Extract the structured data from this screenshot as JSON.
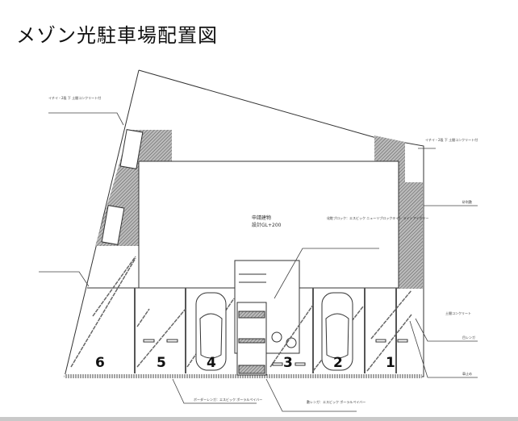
{
  "title": "メゾン光駐車場配置図",
  "building": {
    "label": "申請建物",
    "gl": "設計GL+200"
  },
  "parking_spaces": [
    {
      "number": "6"
    },
    {
      "number": "5"
    },
    {
      "number": "4"
    },
    {
      "number": "3"
    },
    {
      "number": "2"
    },
    {
      "number": "1"
    }
  ],
  "annotations": {
    "top_left": "イチイ・2段 下 土間コンクリート付",
    "top_right": "イチイ・2段 下 土間コンクリート付",
    "gravel": "砂利敷",
    "brick": "目レンガ",
    "concrete": "土間コンクリート",
    "stopper": "車止め",
    "materials": "化粧ブロック：エスビック ニューリブロックキイト ライトアイボリー",
    "border_left": "ボーダーレンガ：エスビック ポーラルペイバー",
    "border_right": "敷レンガ：エスビック ポーラルペイバー"
  },
  "colors": {
    "line": "#333333",
    "hatch": "#777777"
  }
}
